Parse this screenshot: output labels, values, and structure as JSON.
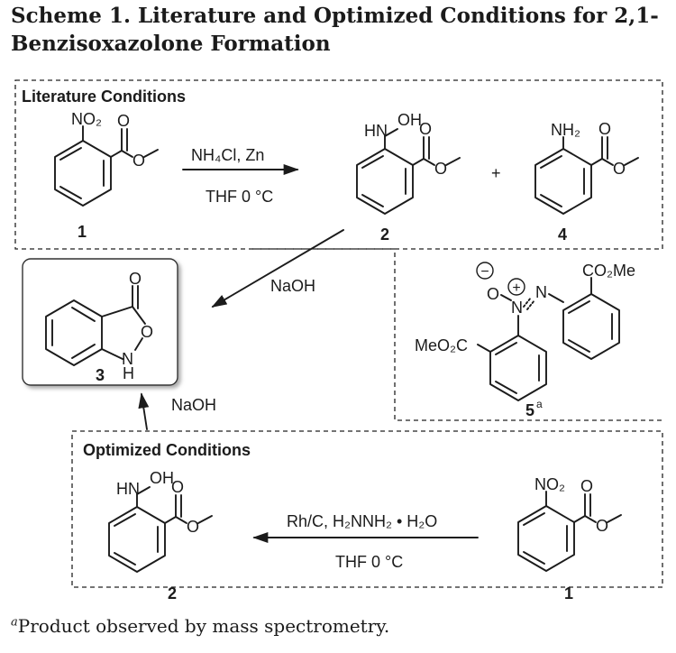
{
  "title": "Scheme 1. Literature and Optimized Conditions for 2,1-Benzisoxazolone Formation",
  "sections": {
    "literature": "Literature Conditions",
    "optimized": "Optimized Conditions"
  },
  "compounds": {
    "c1": "1",
    "c2": "2",
    "c3": "3",
    "c4": "4",
    "c5": "5",
    "c5_sup": "a",
    "c1b": "1",
    "c2b": "2"
  },
  "groups": {
    "no2": "NO₂",
    "o": "O",
    "nh2": "NH₂",
    "hn": "HN",
    "oh": "OH",
    "h": "H",
    "co2me": "CO₂Me",
    "meo2c": "MeO₂C",
    "n": "N",
    "minus": "−",
    "plus": "+"
  },
  "reactions": {
    "lit_reagent": "NH₄Cl, Zn",
    "lit_solvent": "THF 0 °C",
    "plus_sign": "+",
    "naoh_1": "NaOH",
    "naoh_2": "NaOH",
    "opt_reagent": "Rh/C, H₂NNH₂ • H₂O",
    "opt_solvent": "THF 0 °C"
  },
  "footnote": {
    "marker": "a",
    "text": "Product observed by mass spectrometry."
  }
}
